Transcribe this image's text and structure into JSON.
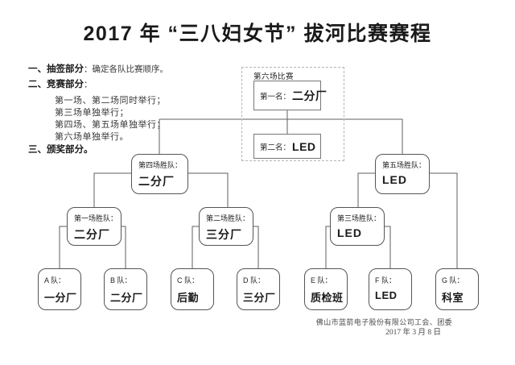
{
  "title": "2017 年 “三八妇女节” 拔河比赛赛程",
  "notes": {
    "item1": {
      "head": "一、抽签部分",
      "rest": "：确定各队比赛顺序。"
    },
    "item2": {
      "head": "二、竞赛部分",
      "rest": "："
    },
    "item2_subs": [
      "第一场、第二场同时举行；",
      "第三场单独举行；",
      "第四场、第五场单独举行；",
      "第六场单独举行。"
    ],
    "item3": {
      "head": "三、颁奖部分。"
    }
  },
  "bracket": {
    "final_group_label": "第六场比赛",
    "first_place": {
      "label": "第一名：",
      "team": "二分厂"
    },
    "second_place": {
      "label": "第二名：",
      "team": "LED"
    },
    "match4_winner": {
      "label": "第四场胜队：",
      "team": "二分厂"
    },
    "match5_winner": {
      "label": "第五场胜队：",
      "team": "LED"
    },
    "match1_winner": {
      "label": "第一场胜队：",
      "team": "二分厂"
    },
    "match2_winner": {
      "label": "第二场胜队：",
      "team": "三分厂"
    },
    "match3_winner": {
      "label": "第三场胜队：",
      "team": "LED"
    },
    "teams": [
      {
        "label": "A 队：",
        "team": "一分厂"
      },
      {
        "label": "B 队：",
        "team": "二分厂"
      },
      {
        "label": "C 队：",
        "team": "后勤"
      },
      {
        "label": "D 队：",
        "team": "三分厂"
      },
      {
        "label": "E 队：",
        "team": "质检班"
      },
      {
        "label": "F 队：",
        "team": "LED"
      },
      {
        "label": "G 队：",
        "team": "科室"
      }
    ]
  },
  "footer": {
    "organizer": "佛山市蓝箭电子股份有限公司工会、团委",
    "date": "2017 年 3 月 8 日"
  }
}
